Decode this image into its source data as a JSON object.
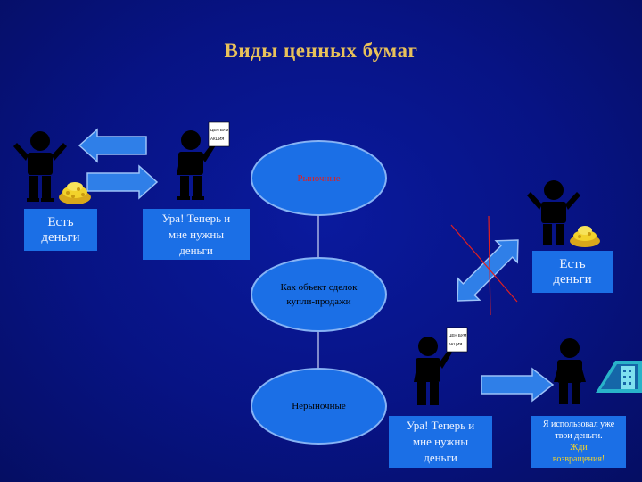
{
  "title": "Виды ценных бумаг",
  "nodes": {
    "market": "Рыночные",
    "object": "Как объект сделок\nкупли-продажи",
    "nonmarket": "Нерыночные"
  },
  "boxes": {
    "has_money_left": "Есть\nденьги",
    "now_i_need_top": "Ура! Теперь и\nмне нужны\nденьги",
    "has_money_right": "Есть\nденьги",
    "now_i_need_bottom": "Ура! Теперь и\nмне нужны\nденьги",
    "used_money": "Я использовал уже\nтвои деньги.",
    "wait_return": "Жди\nвозвращения!"
  },
  "documents": {
    "line1": "ЦЕН БУМ",
    "line2": "АКЦИЯ"
  },
  "colors": {
    "title": "#e8c15a",
    "ellipse_fill": "#1b6fe6",
    "market_text": "#e02020",
    "box_fill": "#1b6fe6",
    "arrow_fill": "#2f7fe8",
    "gold": "#f2d22b",
    "cross_line": "#e02020"
  }
}
